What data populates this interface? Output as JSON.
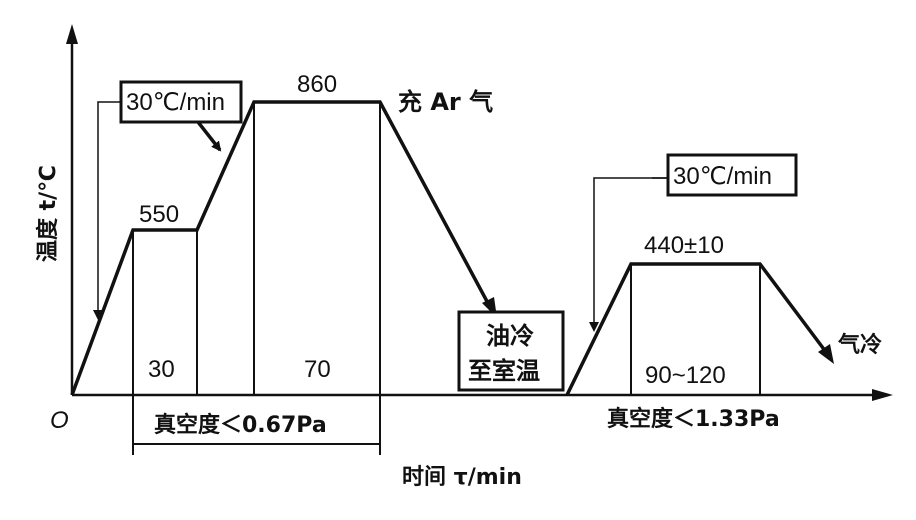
{
  "axes": {
    "x_label": "时间 τ/min",
    "y_label": "温度 t/℃",
    "origin": "O"
  },
  "process_1": {
    "heating_rate": "30℃/min",
    "preheat_temp": "550",
    "preheat_time": "30",
    "hold_temp": "860",
    "hold_time": "70",
    "gas_fill": "充 Ar 气",
    "quench_line1": "油冷",
    "quench_line2": "至室温",
    "vacuum": "真空度＜0.67Pa"
  },
  "process_2": {
    "heating_rate": "30℃/min",
    "temp": "440±10",
    "time": "90~120",
    "cooling": "气冷",
    "vacuum": "真空度＜1.33Pa"
  },
  "colors": {
    "ink": "#111111",
    "background": "#ffffff"
  }
}
